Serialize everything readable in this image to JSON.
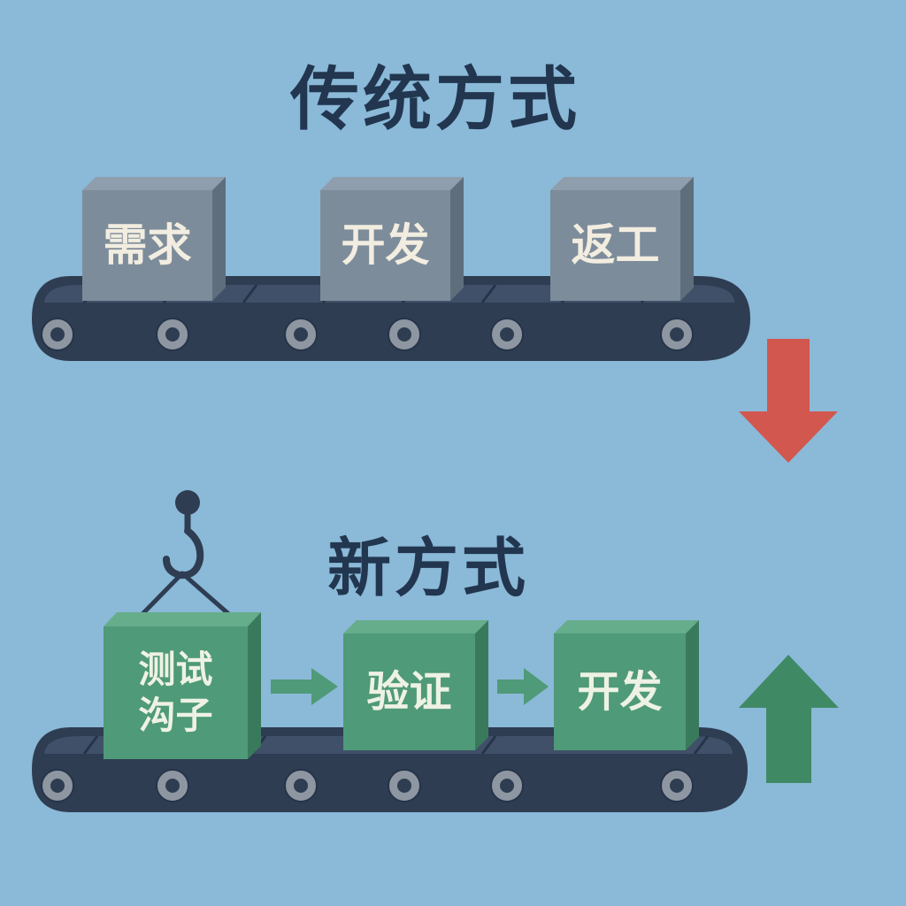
{
  "titles": {
    "traditional": "传统方式",
    "new": "新方式"
  },
  "traditional_flow": {
    "boxes": [
      {
        "label": "需求"
      },
      {
        "label": "开发"
      },
      {
        "label": "返工"
      }
    ]
  },
  "new_flow": {
    "boxes": [
      {
        "label": "测试\n沟子"
      },
      {
        "label": "验证"
      },
      {
        "label": "开发"
      }
    ]
  },
  "colors": {
    "background": "#8bb9d8",
    "title": "#22364f",
    "gray_box": "#7d8c9a",
    "green_box": "#4f9a78",
    "belt": "#2e3d52",
    "down_arrow": "#d2574e",
    "up_arrow": "#3f8a64"
  },
  "icons": [
    "crane-hook-icon",
    "arrow-down-icon",
    "arrow-up-icon",
    "arrow-right-icon"
  ]
}
